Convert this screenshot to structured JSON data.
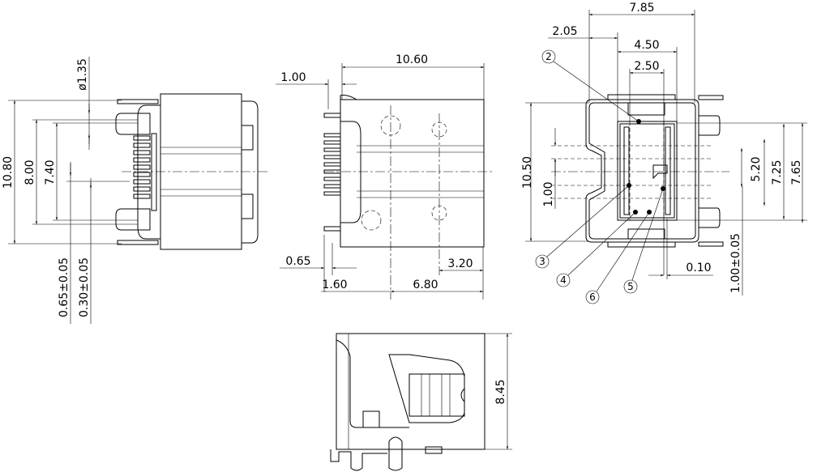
{
  "drawing": {
    "left_view": {
      "dims": {
        "overall": "10.80",
        "peg_pitch": "8.00",
        "inner": "7.40",
        "peg_dia": "ø1.35",
        "pitch": "0.65±0.05",
        "pin_width": "0.30±0.05"
      }
    },
    "top_view": {
      "dims": {
        "length": "10.60",
        "offset": "1.00",
        "tail": "0.65",
        "peg_pos": "1.60",
        "hole_pitch": "6.80",
        "hole_pos": "3.20"
      }
    },
    "front_view": {
      "dims": {
        "width": "7.85",
        "offset": "2.05",
        "opening": "4.50",
        "inner": "2.50",
        "height": "10.50",
        "pitch": "1.00",
        "pin_span": "5.20",
        "span2": "7.25",
        "span3": "7.65",
        "thickness": "1.00±0.05",
        "gap": "0.10"
      },
      "callouts": [
        "2",
        "3",
        "4",
        "6",
        "5"
      ]
    },
    "side_view": {
      "dims": {
        "height": "8.45"
      }
    }
  }
}
